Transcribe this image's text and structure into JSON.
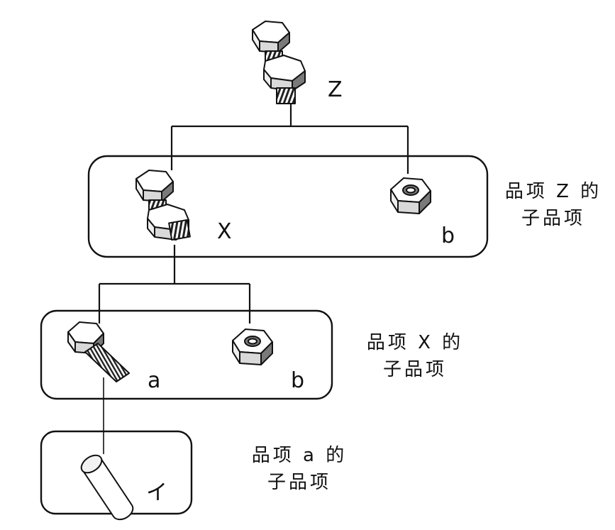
{
  "items": {
    "z": "Z",
    "x": "X",
    "b_top": "b",
    "a": "a",
    "b_lower": "b",
    "i": "イ"
  },
  "captions": {
    "z": {
      "line1": "品项 Z 的",
      "line2": "子品项"
    },
    "x": {
      "line1": "品项 X 的",
      "line2": "子品项"
    },
    "a": {
      "line1": "品项 a 的",
      "line2": "子品项"
    }
  },
  "colors": {
    "ink": "#111111",
    "shade": "#7a7a7a",
    "light": "#d9d9d9"
  },
  "icons": [
    "bolt-with-nut-icon",
    "hex-nut-icon",
    "bolt-icon",
    "cylinder-icon"
  ]
}
